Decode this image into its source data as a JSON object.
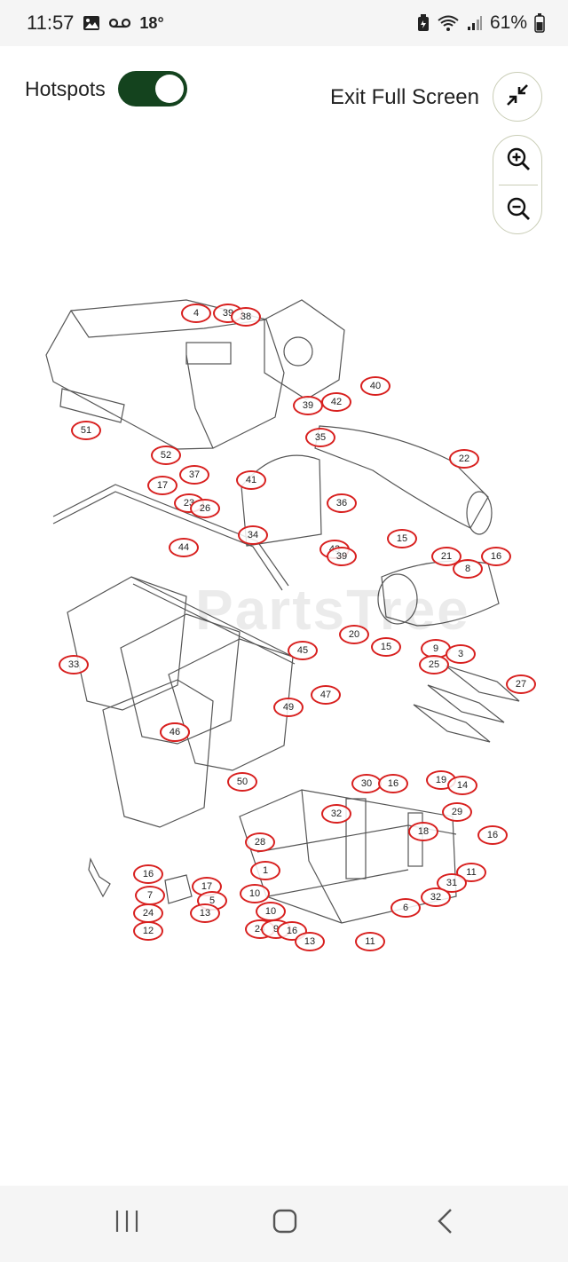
{
  "status_bar": {
    "time": "11:57",
    "temperature": "18°",
    "battery": "61%",
    "icons": [
      "image-icon",
      "voicemail-icon",
      "battery-saver-icon",
      "wifi-icon",
      "signal-icon",
      "battery-icon"
    ]
  },
  "controls": {
    "hotspots_label": "Hotspots",
    "hotspots_on": true,
    "exit_label": "Exit Full Screen",
    "accent_color": "#14431e",
    "callout_color": "#d8201f"
  },
  "diagram": {
    "watermark": "PartsTree",
    "callouts": [
      "4",
      "39",
      "38",
      "40",
      "42",
      "39",
      "35",
      "22",
      "51",
      "52",
      "37",
      "41",
      "17",
      "23",
      "26",
      "36",
      "34",
      "15",
      "16",
      "44",
      "43",
      "39",
      "21",
      "8",
      "20",
      "15",
      "9",
      "3",
      "25",
      "46",
      "45",
      "33",
      "47",
      "49",
      "27",
      "46",
      "50",
      "30",
      "16",
      "19",
      "14",
      "32",
      "29",
      "28",
      "18",
      "16",
      "1",
      "11",
      "16",
      "7",
      "17",
      "5",
      "10",
      "31",
      "32",
      "6",
      "24",
      "13",
      "10",
      "12",
      "24",
      "9",
      "16",
      "13",
      "11"
    ]
  },
  "nav_bar": {
    "buttons": [
      "recents-icon",
      "home-icon",
      "back-icon"
    ]
  }
}
